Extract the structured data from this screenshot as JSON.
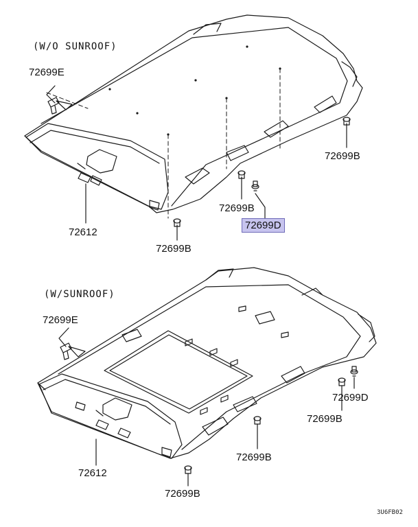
{
  "diagram": {
    "captions": {
      "top": "(W/O SUNROOF)",
      "bottom": "(W/SUNROOF)"
    },
    "top_labels": {
      "clip_e": "72699E",
      "trim": "72612",
      "clip_b_lower": "72699B",
      "clip_b_center": "72699B",
      "clip_b_right": "72699B",
      "clip_d": "72699D"
    },
    "bottom_labels": {
      "clip_e": "72699E",
      "trim": "72612",
      "clip_b_lower": "72699B",
      "clip_b_center": "72699B",
      "clip_b_right": "72699B",
      "clip_d": "72699D"
    },
    "drawing_code": "3U6FB02",
    "colors": {
      "line": "#1a1a1a",
      "highlight": "#c7c4ee",
      "highlight_border": "#6e6ab8"
    }
  }
}
